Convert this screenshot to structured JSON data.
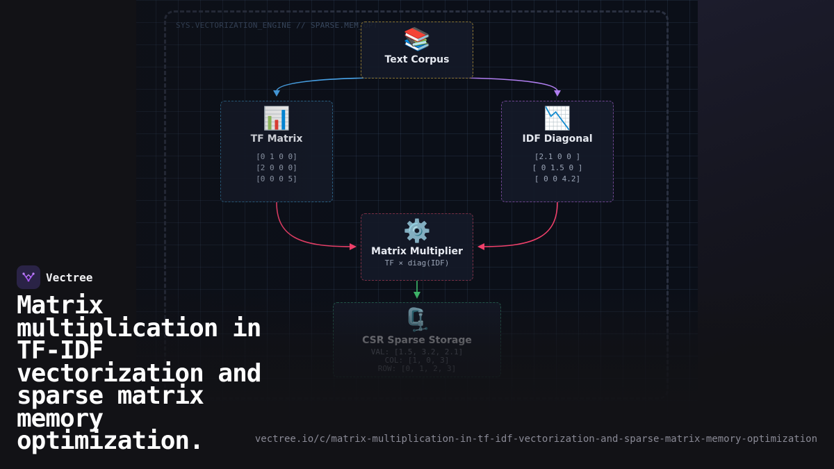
{
  "diagram": {
    "system_label": "SYS.VECTORIZATION_ENGINE // SPARSE.MEM_OPT",
    "nodes": {
      "corpus": {
        "icon": "📚",
        "icon_name": "books-icon",
        "title": "Text Corpus",
        "border_color": "#8a7434"
      },
      "tf": {
        "icon": "📊",
        "icon_name": "bar-chart-icon",
        "title": "TF Matrix",
        "rows": [
          "[0 1 0 0]",
          "[2 0 0 0]",
          "[0 0 0 5]"
        ],
        "border_color": "#2b6488"
      },
      "idf": {
        "icon": "📉",
        "icon_name": "chart-decreasing-icon",
        "title": "IDF Diagonal",
        "rows": [
          "[2.1 0 0 ]",
          "[ 0 1.5 0 ]",
          "[ 0 0 4.2]"
        ],
        "border_color": "#6e4590"
      },
      "multiplier": {
        "icon": "⚙️",
        "icon_name": "gear-icon",
        "title": "Matrix Multiplier",
        "subtitle": "TF × diag(IDF)",
        "border_color": "#7a2f45"
      },
      "csr": {
        "icon": "🗜️",
        "icon_name": "clamp-icon",
        "title": "CSR Sparse Storage",
        "rows": [
          "VAL: [1.5, 3.2, 2.1]",
          "COL: [1, 0, 3]",
          "ROW: [0, 1, 2, 3]"
        ],
        "border_color": "#256050"
      }
    },
    "edge_colors": {
      "corpus_to_tf": "#4aa8f0",
      "corpus_to_idf": "#b07ef0",
      "tf_to_mult": "#f0406a",
      "idf_to_mult": "#f0406a",
      "mult_to_csr": "#3fb86a"
    }
  },
  "brand": {
    "name": "Vectree",
    "logo_name": "vectree-logo-icon",
    "accent": "#a855f7"
  },
  "headline": "Matrix multiplication in TF-IDF vectorization and sparse matrix memory optimization.",
  "url": "vectree.io/c/matrix-multiplication-in-tf-idf-vectorization-and-sparse-matrix-memory-optimization"
}
